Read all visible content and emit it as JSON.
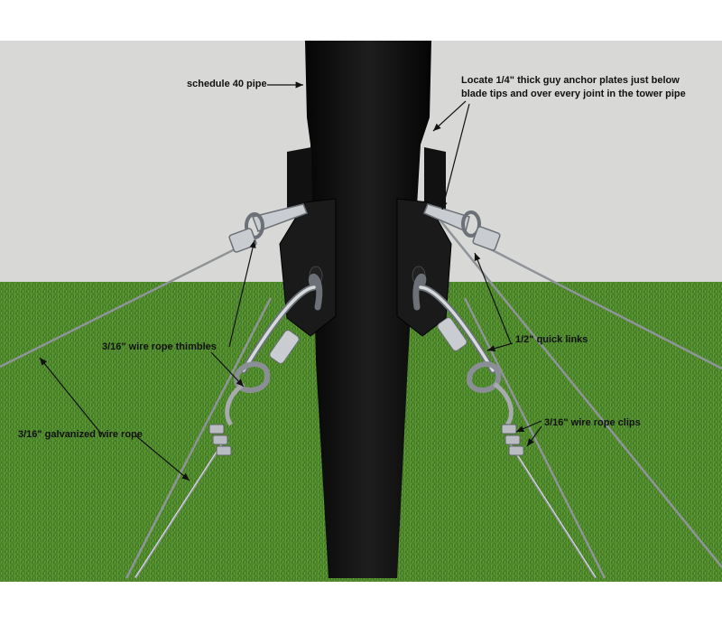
{
  "colors": {
    "wall": "#d8d8d6",
    "grass": "#4f8a2c",
    "pipe": "#0d0d0d",
    "steel": "#c9cdd2",
    "text": "#111111"
  },
  "labels": {
    "schedule_pipe": "schedule 40 pipe",
    "anchor_plates": "Locate 1/4\" thick guy anchor plates just below blade tips and over every joint in the tower pipe",
    "thimbles": "3/16\" wire rope thimbles",
    "quick_links": "1/2\" quick links",
    "galvanized_rope": "3/16\" galvanized wire rope",
    "rope_clips": "3/16\" wire rope clips"
  }
}
